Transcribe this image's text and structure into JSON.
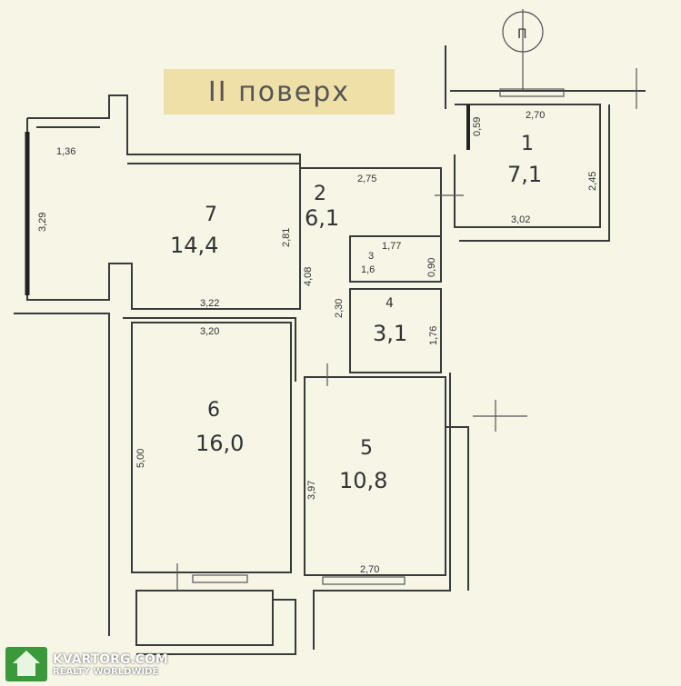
{
  "floor_title": "II поверх",
  "compass_label": "П",
  "rooms": [
    {
      "num": "1",
      "area": "7,1"
    },
    {
      "num": "2",
      "area": "6,1"
    },
    {
      "num": "3",
      "area": "1,6"
    },
    {
      "num": "4",
      "area": "3,1"
    },
    {
      "num": "5",
      "area": "10,8"
    },
    {
      "num": "6",
      "area": "16,0"
    },
    {
      "num": "7",
      "area": "14,4"
    }
  ],
  "dimensions": {
    "d_136": "1,36",
    "d_329": "3,29",
    "d_322": "3,22",
    "d_281": "2,81",
    "d_275": "2,75",
    "d_408": "4,08",
    "d_177": "1,77",
    "d_090": "0,90",
    "d_230": "2,30",
    "d_176": "1,76",
    "d_320": "3,20",
    "d_500": "5,00",
    "d_397": "3,97",
    "d_270_bottom": "2,70",
    "d_270_top": "2,70",
    "d_059": "0,59",
    "d_245": "2,45",
    "d_302": "3,02"
  },
  "watermark": {
    "name": "KVARTORG.COM",
    "tagline": "REALTY WORLDWIDE"
  }
}
